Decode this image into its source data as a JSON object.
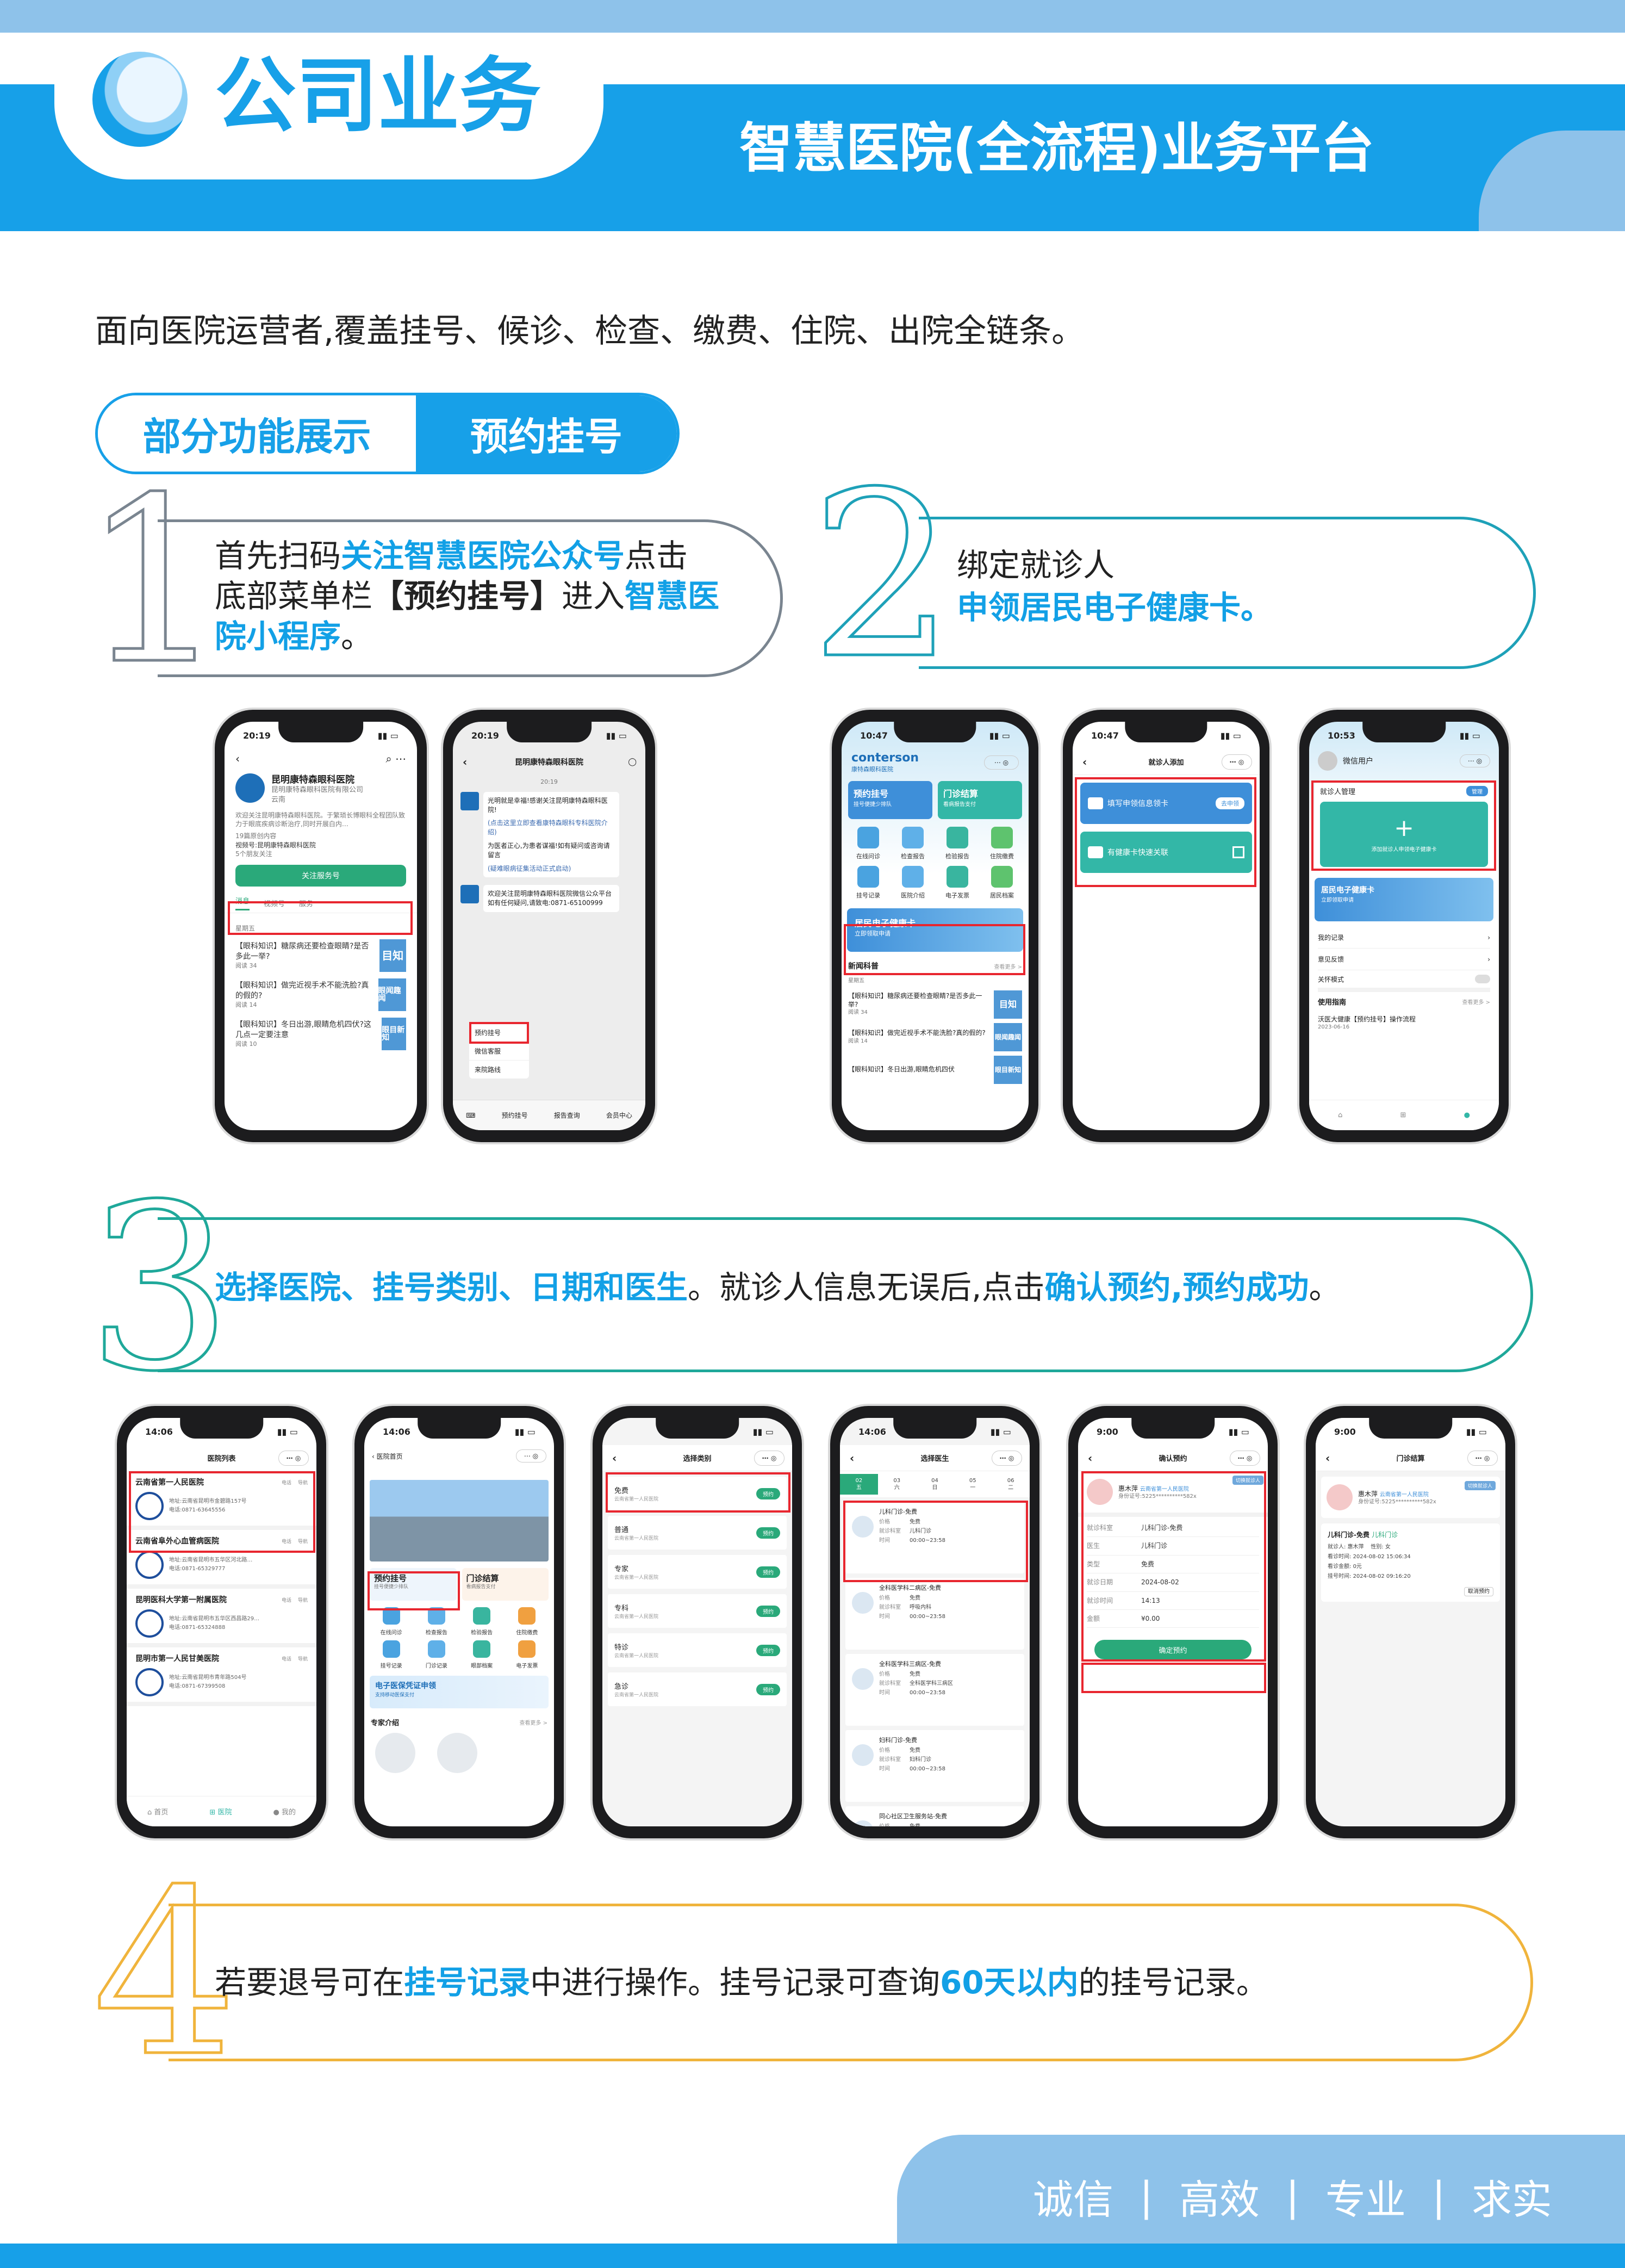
{
  "header": {
    "title": "公司业务",
    "subtitle": "智慧医院(全流程)业务平台"
  },
  "intro": "面向医院运营者,覆盖挂号、候诊、检查、缴费、住院、出院全链条。",
  "pill": {
    "left": "部分功能展示",
    "right": "预约挂号"
  },
  "steps": {
    "s1": {
      "num": "1",
      "t1": "首先扫码",
      "h1": "关注智慧医院公众号",
      "t2": "点击",
      "t3": "底部菜单栏",
      "b1": "【预约挂号】",
      "t4": "进入",
      "h2": "智慧医",
      "h3": "院小程序",
      "t5": "。"
    },
    "s2": {
      "num": "2",
      "t1": "绑定就诊人",
      "h1": "申领居民电子健康卡。"
    },
    "s3": {
      "num": "3",
      "h1": "选择医院、挂号类别、日期和医生",
      "t1": "。就诊人信息无误后,点击",
      "h2": "确认预约,预约成功",
      "t2": "。"
    },
    "s4": {
      "num": "4",
      "t1": "若要退号可在",
      "h1": "挂号记录",
      "t2": "中进行操作。挂号记录可查询",
      "h2": "60天以内",
      "t3": "的挂号记录。"
    }
  },
  "footer": {
    "items": [
      "诚信",
      "高效",
      "专业",
      "求实"
    ],
    "sep": "|"
  },
  "p1": {
    "time": "20:19",
    "name": "昆明康特森眼科医院",
    "company": "昆明康特森眼科医院有限公司",
    "region": "云南",
    "desc": "欢迎关注昆明康特森眼科医院。于繁琐长博眼科全程团队致力于眼底疾病诊断治疗,同时开展白内…",
    "count": "19篇原创内容",
    "video": "视频号:昆明康特森眼科医院",
    "friends": "5个朋友关注",
    "follow": "关注服务号",
    "tabs": [
      "消息",
      "视频号",
      "服务"
    ],
    "week": "星期五",
    "a1": "【眼科知识】糖尿病还要检查眼睛?是否多此一举?",
    "a1r": "阅读 34",
    "a2": "【眼科知识】做完近视手术不能洗脸?真的假的?",
    "a2r": "阅读 14",
    "a3": "【眼科知识】冬日出游,眼睛危机四伏?这几点一定要注意",
    "a3r": "阅读 10",
    "th1": "目知",
    "th2": "眼闻趣闻",
    "th3": "眼目新知"
  },
  "p2": {
    "time": "20:19",
    "title": "昆明康特森眼科医院",
    "ts": "20:19",
    "m1": "光明就是幸福!感谢关注昆明康特森眼科医院!",
    "m2": "(点击这里立即查看康特森眼科专科医院介绍)",
    "m3": "为医者正心,为患者谋福!如有疑问或咨询请留言",
    "m4": "(疑难眼病征集活动正式启动)",
    "m5": "欢迎关注昆明康特森眼科医院微信公众平台\n如有任何疑问,请致电:0871-65100999",
    "menu": [
      "预约挂号",
      "微信客服",
      "来院路线"
    ],
    "bottom": [
      "预约挂号",
      "报告查询",
      "会员中心"
    ]
  },
  "p3": {
    "time": "10:47",
    "brand": "conterson",
    "brand2": "康特森眼科医院",
    "b1": "预约挂号",
    "b1s": "挂号便捷少排队",
    "b2": "门诊结算",
    "b2s": "看病报告支付",
    "tiles": [
      "在线问诊",
      "检查报告",
      "检验报告",
      "住院缴费",
      "挂号记录",
      "医院介绍",
      "电子发票",
      "居民档案"
    ],
    "card": "居民电子健康卡",
    "cards": "立即领取申请",
    "news": "新闻科普",
    "more": "查看更多 >",
    "day": "星期五",
    "n1": "【眼科知识】糖尿病还要检查眼睛?是否多此一举?",
    "n1r": "阅读 34",
    "n2": "【眼科知识】做完近视手术不能洗脸?真的假的?",
    "n2r": "阅读 14",
    "n3": "【眼科知识】冬日出游,眼睛危机四伏",
    "th": "目知",
    "th2": "眼闻趣闻",
    "th3": "眼目新知"
  },
  "p4": {
    "time": "10:47",
    "title": "就诊人添加",
    "opt1": "填写申领信息领卡",
    "opt1tag": "去申领",
    "opt2": "有健康卡快速关联"
  },
  "p5": {
    "time": "10:53",
    "user": "微信用户",
    "manage": "就诊人管理",
    "mtag": "管理",
    "add": "添加就诊人申领电子健康卡",
    "card": "居民电子健康卡",
    "cards": "立即领取申请",
    "menu": [
      "我的记录",
      "意见反馈",
      "关怀模式"
    ],
    "guide": "使用指南",
    "gmore": "查看更多 >",
    "gitem": "沃医大健康【预约挂号】操作流程",
    "gdate": "2023-06-16"
  },
  "p6": {
    "time": "14:06",
    "title": "医院列表",
    "hs": [
      {
        "name": "云南省第一人民医院",
        "addr": "地址:云南省昆明市金碧路157号",
        "tel": "电话:0871-63645556"
      },
      {
        "name": "云南省阜外心血管病医院",
        "addr": "地址:云南省昆明市五华区河北路…",
        "tel": "电话:0871-65329777"
      },
      {
        "name": "昆明医科大学第一附属医院",
        "addr": "地址:云南省昆明市五华区西昌路29…",
        "tel": "电话:0871-65324888"
      },
      {
        "name": "昆明市第一人民甘美医院",
        "addr": "地址:云南省昆明市青年路504号",
        "tel": "电话:0871-67399508"
      }
    ],
    "i1": "电话",
    "i2": "导航",
    "tabs": [
      "首页",
      "医院",
      "我的"
    ]
  },
  "p7": {
    "time": "14:06",
    "title": "医院首页",
    "b1": "预约挂号",
    "b1s": "挂号便捷少排队",
    "b2": "门诊结算",
    "b2s": "看病报告支付",
    "tiles": [
      "在线问诊",
      "检查报告",
      "检验报告",
      "住院缴费",
      "挂号记录",
      "门诊记录",
      "眼部档案",
      "电子发票"
    ],
    "banner": "电子医保凭证申领",
    "banners": "支持移动医保支付",
    "experts": "专家介绍",
    "more": "查看更多 >"
  },
  "p8": {
    "title": "选择类别",
    "hosp": "云南省第一人民医院",
    "btn": "预约",
    "cats": [
      "免费",
      "普通",
      "专家",
      "专科",
      "特诊",
      "急诊"
    ]
  },
  "p9": {
    "time": "14:06",
    "title": "选择医生",
    "dates": [
      {
        "d": "02",
        "w": "五"
      },
      {
        "d": "03",
        "w": "六"
      },
      {
        "d": "04",
        "w": "日"
      },
      {
        "d": "05",
        "w": "一"
      },
      {
        "d": "06",
        "w": "二"
      }
    ],
    "docs": [
      {
        "n": "儿科门诊-免费",
        "p": "免费",
        "dept": "儿科门诊",
        "t": "00:00~23:58"
      },
      {
        "n": "全科医学科二病区-免费",
        "p": "免费",
        "dept": "呼吸内科",
        "t": "00:00~23:58"
      },
      {
        "n": "全科医学科三病区-免费",
        "p": "免费",
        "dept": "全科医学科三病区",
        "t": "00:00~23:58"
      },
      {
        "n": "妇科门诊-免费",
        "p": "免费",
        "dept": "妇科门诊",
        "t": "00:00~23:58"
      },
      {
        "n": "同心社区卫生服务站-免费",
        "p": "免费",
        "dept": "",
        "t": ""
      }
    ],
    "k1": "价格",
    "k2": "就诊科室",
    "k3": "时间"
  },
  "p10": {
    "time": "9:00",
    "title": "确认预约",
    "name": "惠木萍",
    "hosp": "云南省第一人民医院",
    "id": "身份证号:5225**********582x",
    "switch": "切换就诊人",
    "rows": [
      [
        "就诊科室",
        "儿科门诊-免费"
      ],
      [
        "医生",
        "儿科门诊"
      ],
      [
        "类型",
        "免费"
      ],
      [
        "就诊日期",
        "2024-08-02"
      ],
      [
        "就诊时间",
        "14:13"
      ],
      [
        "金额",
        "¥0.00"
      ]
    ],
    "btn": "确定预约"
  },
  "p11": {
    "time": "9:00",
    "title": "门诊结算",
    "name": "惠木萍",
    "hosp": "云南省第一人民医院",
    "id": "身份证号:5225**********582x",
    "switch": "切换就诊人",
    "dept": "儿科门诊-免费",
    "status": "儿科门诊",
    "rows": [
      [
        "就诊人:",
        "惠木萍",
        "性别:",
        "女"
      ],
      [
        "看诊时间:",
        "2024-08-02 15:06:34"
      ],
      [
        "看诊金额:",
        "0元"
      ],
      [
        "挂号时间:",
        "2024-08-02 09:16:20"
      ]
    ],
    "cancel": "取消预约"
  }
}
